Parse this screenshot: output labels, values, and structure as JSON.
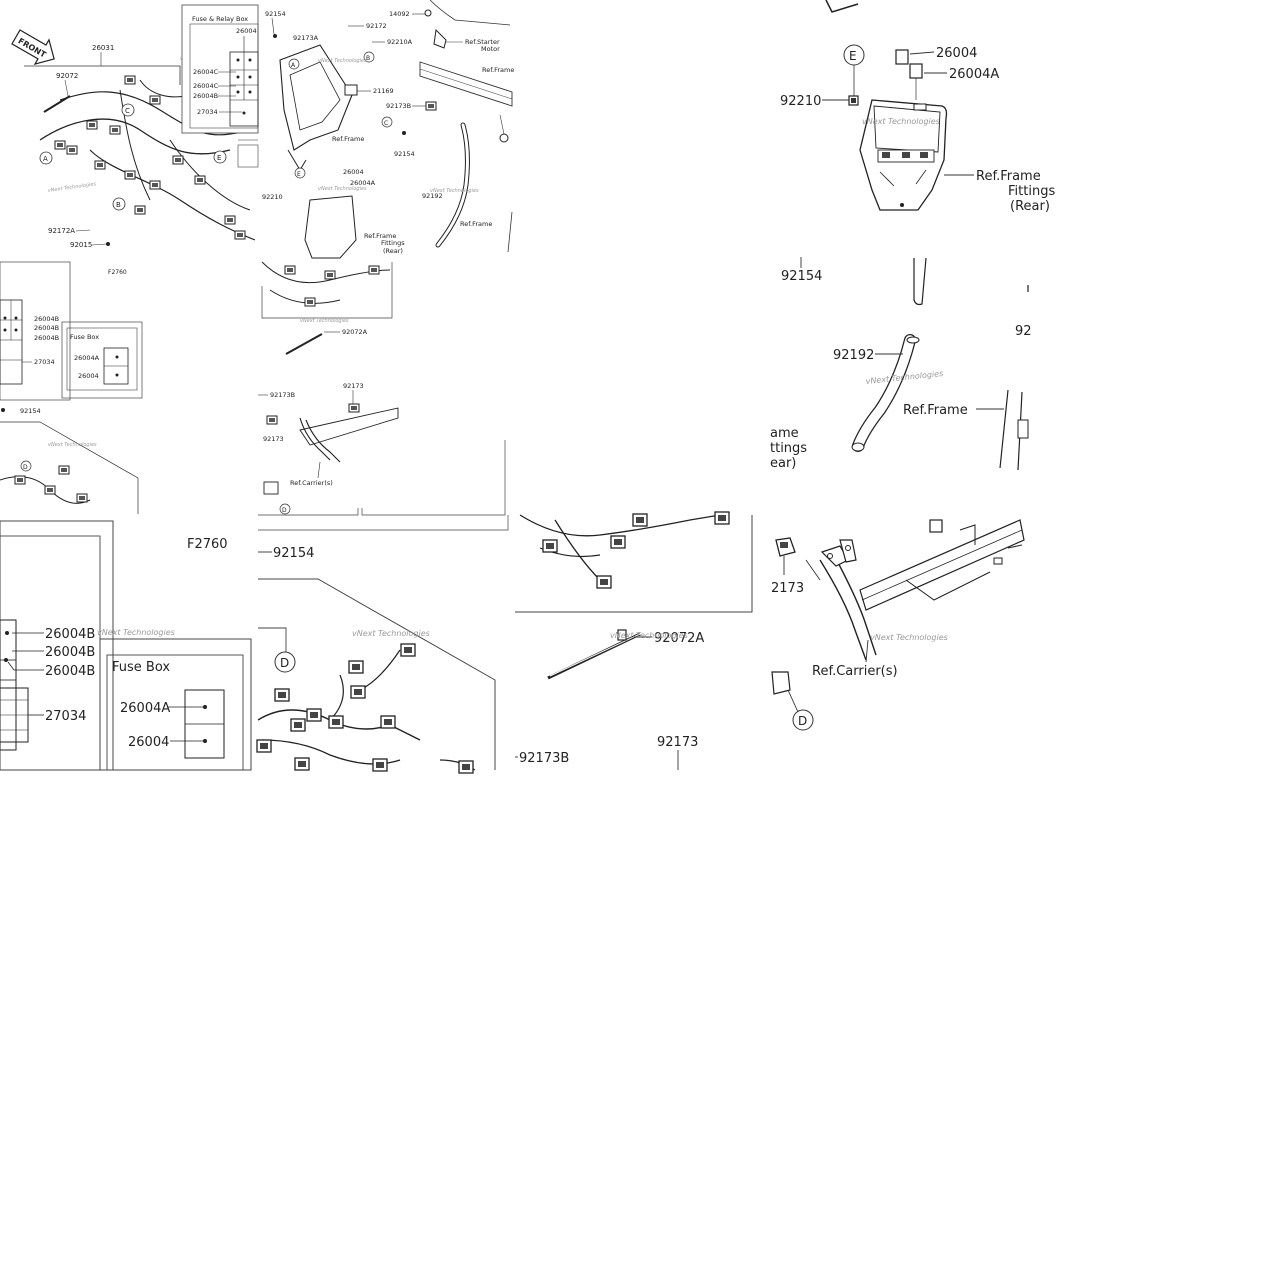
{
  "labels": {
    "front": "FRONT",
    "fuse_relay_box": "Fuse & Relay Box",
    "fuse_box": "Fuse Box",
    "ref_frame": "Ref.Frame",
    "ref_frame_fittings_1": "Ref.Frame",
    "ref_frame_fittings_2": "Fittings",
    "ref_frame_fittings_3": "(Rear)",
    "ref_starter_1": "Ref.Starter",
    "ref_starter_2": "Motor",
    "ref_carrier": "Ref.Carrier(s)",
    "figure_code": "F2760",
    "watermark": "vNext Technologies"
  },
  "callouts": {
    "A": "A",
    "B": "B",
    "C": "C",
    "D": "D",
    "E": "E"
  },
  "parts": {
    "p26031": "26031",
    "p92072": "92072",
    "p92072A": "92072A",
    "p92172": "92172",
    "p92172A": "92172A",
    "p92173": "92173",
    "p92173A": "92173A",
    "p92173B": "92173B",
    "p92015": "92015",
    "p92154": "92154",
    "p92192": "92192",
    "p92210": "92210",
    "p92210A": "92210A",
    "p21169": "21169",
    "p14092": "14092",
    "p26004": "26004",
    "p26004A": "26004A",
    "p26004B": "26004B",
    "p26004C": "26004C",
    "p27034": "27034"
  }
}
